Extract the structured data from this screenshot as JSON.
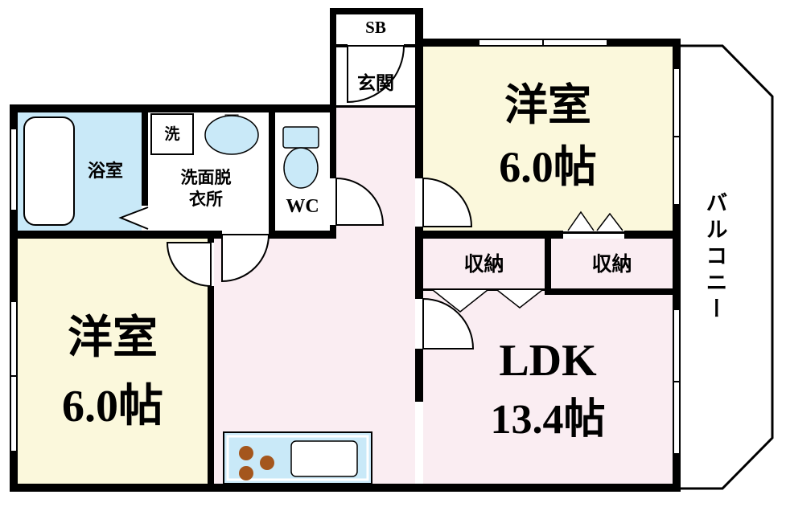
{
  "plan": {
    "type": "apartment-floor-plan",
    "labels": {
      "sb": "SB",
      "genkan": "玄関",
      "bathroom": "浴室",
      "washroom_line1": "洗面脱",
      "washroom_line2": "衣所",
      "washer": "洗",
      "wc": "WC",
      "western_top_name": "洋室",
      "western_top_size": "6.0帖",
      "closet_left": "収納",
      "closet_right": "収納",
      "western_bottom_name": "洋室",
      "western_bottom_size": "6.0帖",
      "ldk_name": "LDK",
      "ldk_size": "13.4帖",
      "balcony": "バルコニー"
    },
    "colors": {
      "wall": "#000000",
      "western_room_fill": "#FBF8DC",
      "ldk_hall_fill": "#FAEDF2",
      "water_area_fill": "#C9E9F8",
      "fixture_fill": "#FFFFFF",
      "burner_color": "#A4561D"
    }
  }
}
